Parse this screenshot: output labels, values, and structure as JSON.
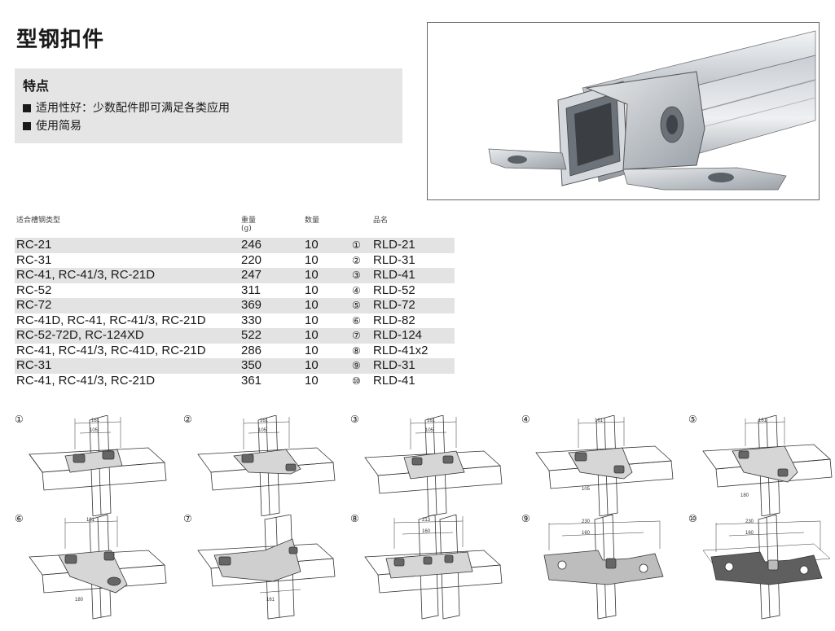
{
  "title": "型钢扣件",
  "features": {
    "heading": "特点",
    "items": [
      "适用性好：少数配件即可满足各类应用",
      "使用简易"
    ]
  },
  "table": {
    "headers": {
      "type": "适合槽钢类型",
      "weight": "重量",
      "weight_unit": "(g)",
      "qty": "数量",
      "name": "品名"
    },
    "rows": [
      {
        "type": "RC-21",
        "weight": "246",
        "qty": "10",
        "num": "①",
        "name": "RLD-21"
      },
      {
        "type": "RC-31",
        "weight": "220",
        "qty": "10",
        "num": "②",
        "name": "RLD-31"
      },
      {
        "type": "RC-41, RC-41/3, RC-21D",
        "weight": "247",
        "qty": "10",
        "num": "③",
        "name": "RLD-41"
      },
      {
        "type": "RC-52",
        "weight": "311",
        "qty": "10",
        "num": "④",
        "name": "RLD-52"
      },
      {
        "type": "RC-72",
        "weight": "369",
        "qty": "10",
        "num": "⑤",
        "name": "RLD-72"
      },
      {
        "type": "RC-41D, RC-41, RC-41/3, RC-21D",
        "weight": "330",
        "qty": "10",
        "num": "⑥",
        "name": "RLD-82"
      },
      {
        "type": "RC-52-72D, RC-124XD",
        "weight": "522",
        "qty": "10",
        "num": "⑦",
        "name": "RLD-124"
      },
      {
        "type": "RC-41, RC-41/3, RC-41D, RC-21D",
        "weight": "286",
        "qty": "10",
        "num": "⑧",
        "name": "RLD-41x2"
      },
      {
        "type": "RC-31",
        "weight": "350",
        "qty": "10",
        "num": "⑨",
        "name": "RLD-31"
      },
      {
        "type": "RC-41, RC-41/3, RC-21D",
        "weight": "361",
        "qty": "10",
        "num": "⑩",
        "name": "RLD-41"
      }
    ]
  },
  "diagrams": [
    {
      "num": "①",
      "dims": [
        "161",
        "105",
        ""
      ]
    },
    {
      "num": "②",
      "dims": [
        "161",
        "105",
        ""
      ]
    },
    {
      "num": "③",
      "dims": [
        "161",
        "105",
        ""
      ]
    },
    {
      "num": "④",
      "dims": [
        "161",
        "",
        "105"
      ]
    },
    {
      "num": "⑤",
      "dims": [
        "161",
        "",
        "180"
      ]
    },
    {
      "num": "⑥",
      "dims": [
        "161",
        "",
        "180"
      ]
    },
    {
      "num": "⑦",
      "dims": [
        "",
        "",
        "161"
      ]
    },
    {
      "num": "⑧",
      "dims": [
        "213",
        "160",
        ""
      ]
    },
    {
      "num": "⑨",
      "dims": [
        "230",
        "160",
        ""
      ]
    },
    {
      "num": "⑩",
      "dims": [
        "230",
        "160",
        ""
      ]
    }
  ]
}
